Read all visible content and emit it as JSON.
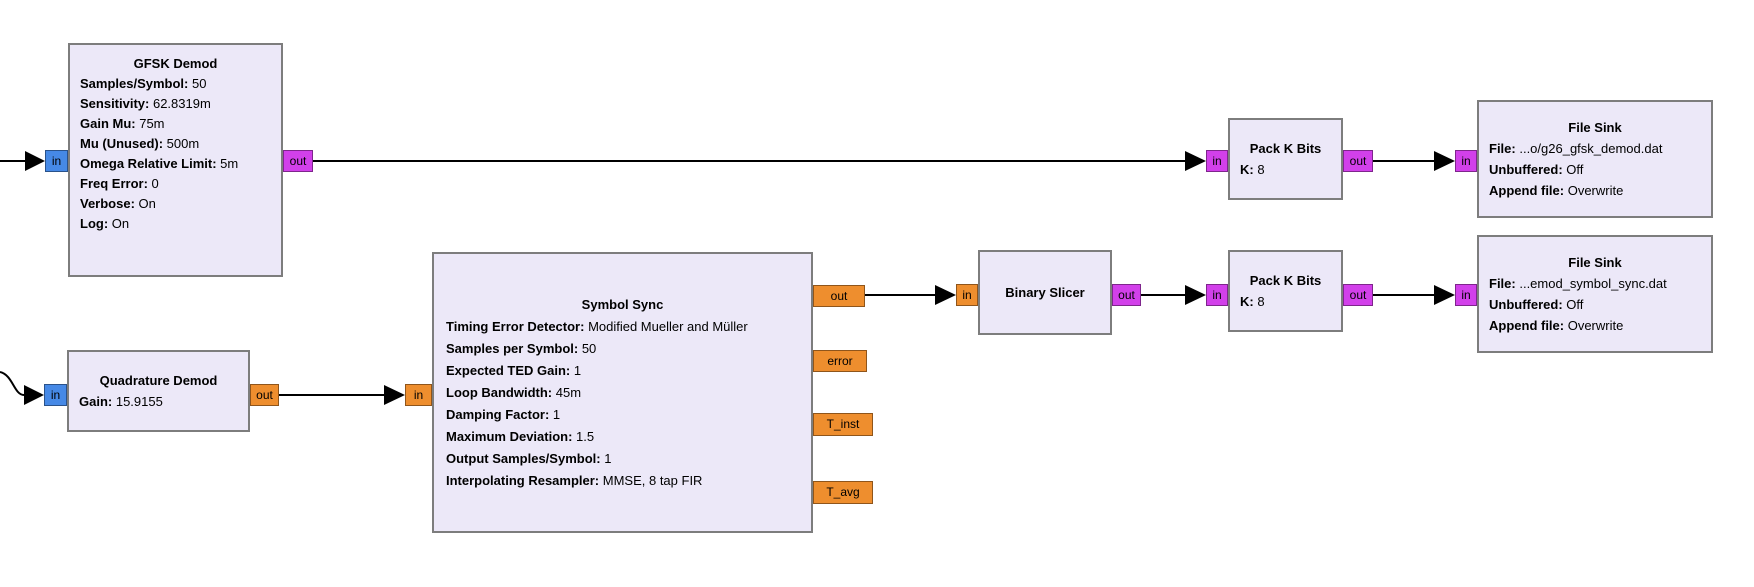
{
  "colors": {
    "block_fill": "#ece8f8",
    "block_border": "#7d7d7d",
    "port_complex": "#4689e6",
    "port_float": "#ee8e2e",
    "port_byte": "#d240ea",
    "wire": "#000000"
  },
  "blocks": {
    "gfsk_demod": {
      "title": "GFSK Demod",
      "params": [
        {
          "label": "Samples/Symbol",
          "value": "50"
        },
        {
          "label": "Sensitivity",
          "value": "62.8319m"
        },
        {
          "label": "Gain Mu",
          "value": "75m"
        },
        {
          "label": "Mu (Unused)",
          "value": "500m"
        },
        {
          "label": "Omega Relative Limit",
          "value": "5m"
        },
        {
          "label": "Freq Error",
          "value": "0"
        },
        {
          "label": "Verbose",
          "value": "On"
        },
        {
          "label": "Log",
          "value": "On"
        }
      ]
    },
    "quadrature_demod": {
      "title": "Quadrature Demod",
      "params": [
        {
          "label": "Gain",
          "value": "15.9155"
        }
      ]
    },
    "symbol_sync": {
      "title": "Symbol Sync",
      "params": [
        {
          "label": "Timing Error Detector",
          "value": "Modified Mueller and Müller"
        },
        {
          "label": "Samples per Symbol",
          "value": "50"
        },
        {
          "label": "Expected TED Gain",
          "value": "1"
        },
        {
          "label": "Loop Bandwidth",
          "value": "45m"
        },
        {
          "label": "Damping Factor",
          "value": "1"
        },
        {
          "label": "Maximum Deviation",
          "value": "1.5"
        },
        {
          "label": "Output Samples/Symbol",
          "value": "1"
        },
        {
          "label": "Interpolating Resampler",
          "value": "MMSE, 8 tap FIR"
        }
      ]
    },
    "binary_slicer": {
      "title": "Binary Slicer",
      "params": []
    },
    "pack_k_bits_top": {
      "title": "Pack K Bits",
      "params": [
        {
          "label": "K",
          "value": "8"
        }
      ]
    },
    "pack_k_bits_bottom": {
      "title": "Pack K Bits",
      "params": [
        {
          "label": "K",
          "value": "8"
        }
      ]
    },
    "file_sink_top": {
      "title": "File Sink",
      "params": [
        {
          "label": "File",
          "value": "...o/g26_gfsk_demod.dat"
        },
        {
          "label": "Unbuffered",
          "value": "Off"
        },
        {
          "label": "Append file",
          "value": "Overwrite"
        }
      ]
    },
    "file_sink_bottom": {
      "title": "File Sink",
      "params": [
        {
          "label": "File",
          "value": "...emod_symbol_sync.dat"
        },
        {
          "label": "Unbuffered",
          "value": "Off"
        },
        {
          "label": "Append file",
          "value": "Overwrite"
        }
      ]
    }
  },
  "ports": {
    "in_label": "in",
    "out_label": "out",
    "symbol_sync_outputs": [
      "out",
      "error",
      "T_inst",
      "T_avg"
    ]
  }
}
